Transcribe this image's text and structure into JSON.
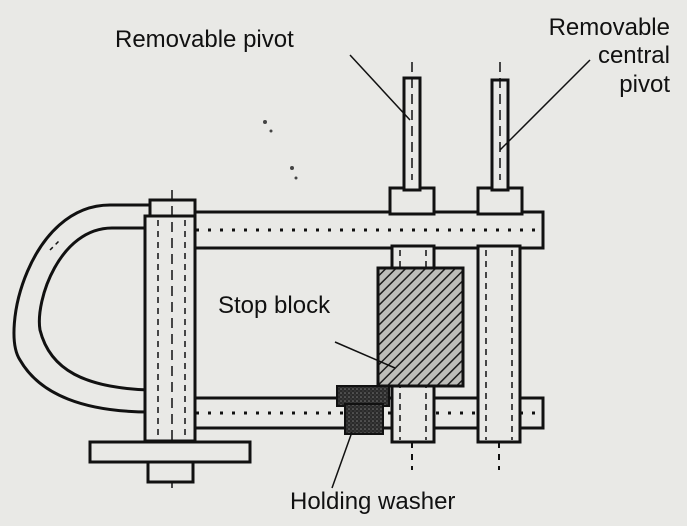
{
  "diagram": {
    "labels": {
      "removable_pivot": "Removable pivot",
      "removable_central_pivot_line1": "Removable",
      "removable_central_pivot_line2": "central",
      "removable_central_pivot_line3": "pivot",
      "stop_block": "Stop block",
      "holding_washer": "Holding washer"
    },
    "colors": {
      "ink": "#111111",
      "paper": "#e9e9e6",
      "hatch": "#222222"
    }
  }
}
